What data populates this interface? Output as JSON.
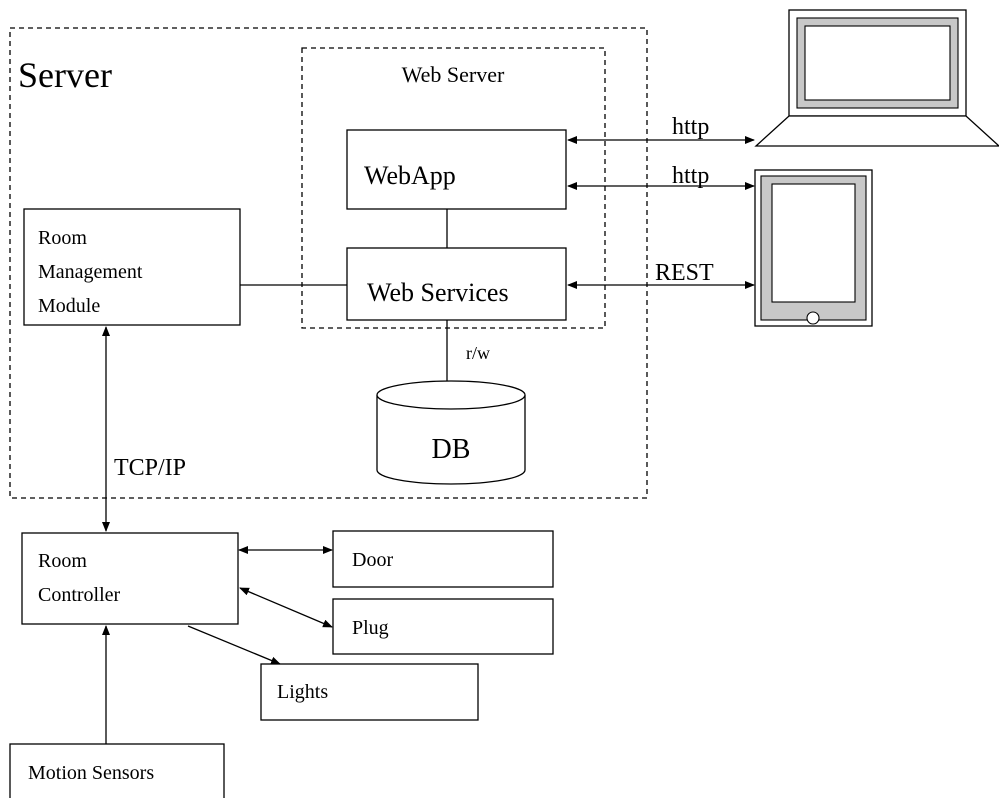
{
  "server": {
    "label": "Server"
  },
  "web_server": {
    "label": "Web Server"
  },
  "components": {
    "webapp": "WebApp",
    "web_services": "Web Services",
    "room_management": [
      "Room",
      "Management",
      "Module"
    ],
    "db": "DB",
    "room_controller": [
      "Room",
      "Controller"
    ],
    "door": "Door",
    "plug": "Plug",
    "lights": "Lights",
    "motion_sensors": "Motion Sensors"
  },
  "connections": {
    "laptop_http": "http",
    "tablet_http": "http",
    "rest": "REST",
    "db_rw": "r/w",
    "tcp_ip": "TCP/IP"
  },
  "devices": [
    "laptop-icon",
    "tablet-icon"
  ],
  "colors": {
    "stroke": "#000000",
    "bevel": "#c8c8c8",
    "background": "#ffffff"
  }
}
